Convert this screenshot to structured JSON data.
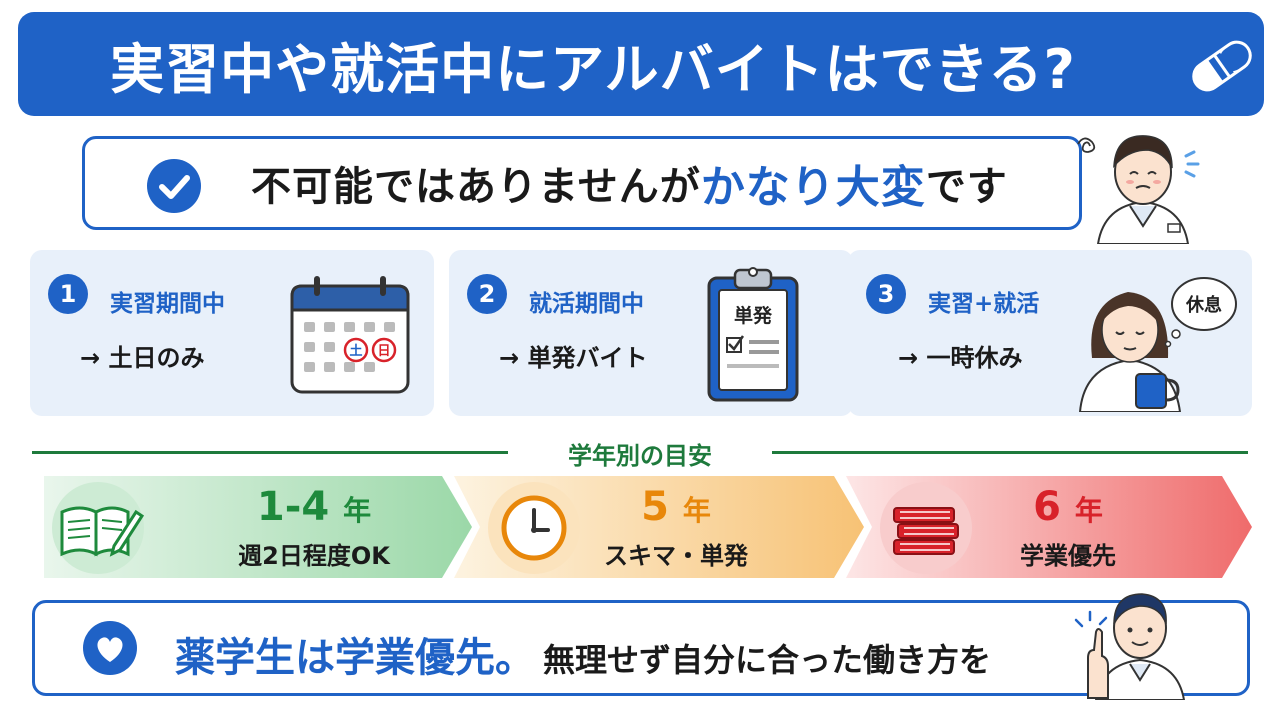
{
  "title": "実習中や就活中にアルバイトはできる?",
  "summary": {
    "prefix": "不可能ではありませんが",
    "highlight": "かなり大変",
    "suffix": "です"
  },
  "cards": [
    {
      "number": "1",
      "title": "実習期間中",
      "body": "→ 土日のみ",
      "calendar_badges": [
        "土",
        "日"
      ]
    },
    {
      "number": "2",
      "title": "就活期間中",
      "body": "→ 単発バイト",
      "clipboard_label": "単発"
    },
    {
      "number": "3",
      "title": "実習+就活",
      "body": "→ 一時休み",
      "speech": "休息"
    }
  ],
  "section_label": "学年別の目安",
  "grades": [
    {
      "year": "1-4",
      "unit": "年",
      "desc": "週2日程度OK",
      "color": "#1e8a3c",
      "icon": "book-pencil-icon"
    },
    {
      "year": "5",
      "unit": "年",
      "desc": "スキマ・単発",
      "color": "#e8870a",
      "icon": "clock-icon"
    },
    {
      "year": "6",
      "unit": "年",
      "desc": "学業優先",
      "color": "#d8222a",
      "icon": "books-stack-icon"
    }
  ],
  "bottom": {
    "highlight": "薬学生は学業優先。",
    "rest": "無理せず自分に合った働き方を"
  },
  "colors": {
    "primary": "#1f62c6",
    "card_bg": "#e8f0fa",
    "green": "#1e7a3c"
  }
}
